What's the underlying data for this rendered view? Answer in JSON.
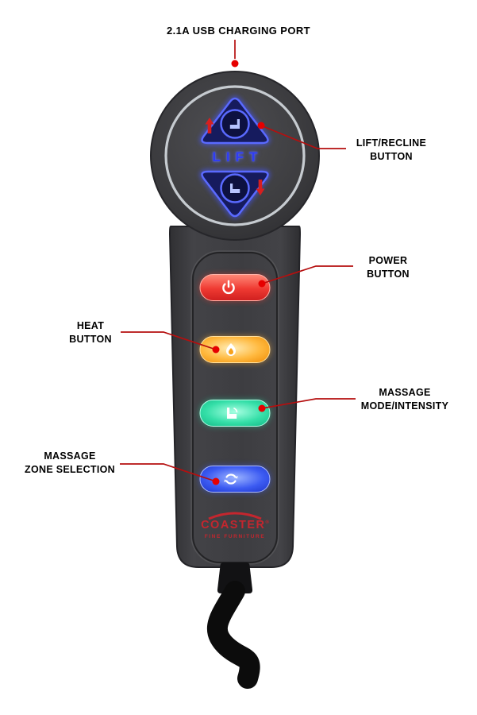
{
  "callouts": {
    "usb": {
      "text": "2.1A USB CHARGING PORT"
    },
    "lift_recline": {
      "text": "LIFT/RECLINE\nBUTTON"
    },
    "power": {
      "text": "POWER\nBUTTON"
    },
    "heat": {
      "text": "HEAT\nBUTTON"
    },
    "massage_mode": {
      "text": "MASSAGE\nMODE/INTENSITY"
    },
    "massage_zone": {
      "text": "MASSAGE\nZONE SELECTION"
    }
  },
  "remote": {
    "lift_label": "LIFT",
    "brand": "COASTER",
    "brand_reg": "®",
    "brand_sub": "FINE FURNITURE",
    "buttons": [
      {
        "name": "power-button",
        "color": "#e62e2e"
      },
      {
        "name": "heat-button",
        "color": "#f59b1e"
      },
      {
        "name": "massage-mode-button",
        "color": "#27d8a2"
      },
      {
        "name": "massage-zone-button",
        "color": "#2d4df0"
      }
    ],
    "lift_accent": "#3a49ff"
  },
  "colors": {
    "body": "#3a3a3d",
    "callout_line": "#b50f0f",
    "callout_dot": "#e60000",
    "brand_red": "#c4262e"
  }
}
